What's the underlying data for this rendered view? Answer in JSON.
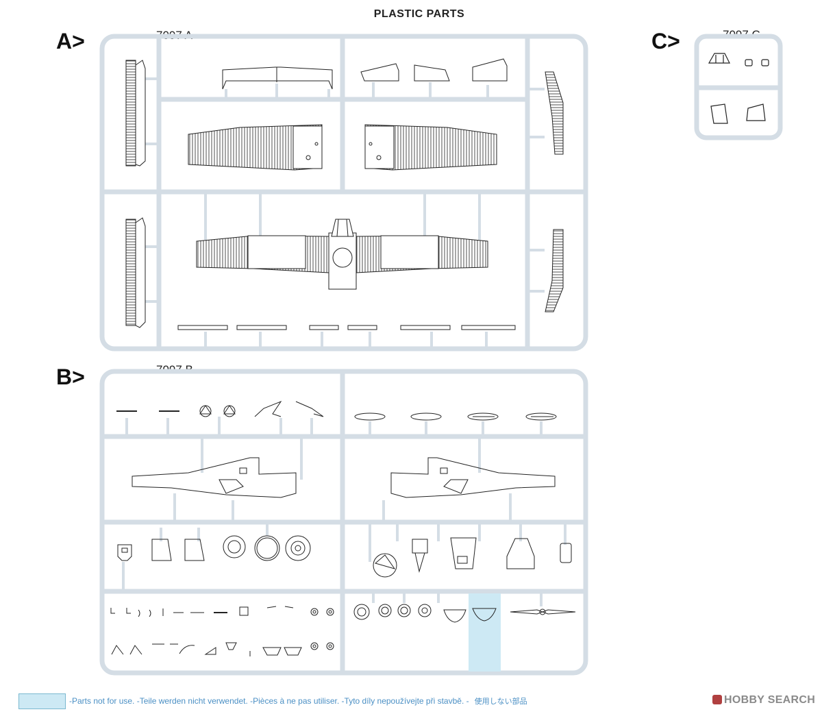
{
  "title": "PLASTIC PARTS",
  "sprues": [
    {
      "letter": "A>",
      "code": "7097 A"
    },
    {
      "letter": "B>",
      "code": "7097 B"
    },
    {
      "letter": "C>",
      "code": "7097 C"
    }
  ],
  "legend": {
    "text": "-Parts not for use. -Teile werden nicht verwendet. -Pièces à ne pas utiliser. -Tyto díly nepoužívejte při stavbě. -",
    "jp": "使用しない部品",
    "color": "#cde9f4"
  },
  "watermark": "HOBBY SEARCH",
  "colors": {
    "sprue": "#d4dde5",
    "line": "#222222",
    "highlight": "#cde9f4"
  }
}
